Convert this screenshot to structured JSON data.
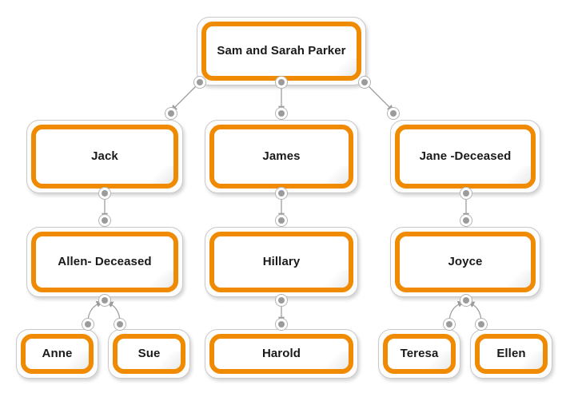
{
  "diagram": {
    "kind": "family-tree",
    "title_node": "Sam and Sarah Parker",
    "colors": {
      "node_border": "#f08a00",
      "node_fill": "#ffffff",
      "frame_border": "#c9c9c9",
      "connector": "#9b9b9b",
      "port_fill": "#9b9b9b",
      "text": "#1a1a1a",
      "background": "#ffffff"
    },
    "generations": [
      {
        "index": 1,
        "nodes": [
          {
            "id": "root",
            "label": "Sam and Sarah Parker"
          }
        ]
      },
      {
        "index": 2,
        "nodes": [
          {
            "id": "jack",
            "label": "Jack"
          },
          {
            "id": "james",
            "label": "James"
          },
          {
            "id": "jane",
            "label": "Jane -Deceased"
          }
        ]
      },
      {
        "index": 3,
        "nodes": [
          {
            "id": "allen",
            "label": "Allen- Deceased"
          },
          {
            "id": "hillary",
            "label": "Hillary"
          },
          {
            "id": "joyce",
            "label": "Joyce"
          }
        ]
      },
      {
        "index": 4,
        "nodes": [
          {
            "id": "anne",
            "label": "Anne"
          },
          {
            "id": "sue",
            "label": "Sue"
          },
          {
            "id": "harold",
            "label": "Harold"
          },
          {
            "id": "teresa",
            "label": "Teresa"
          },
          {
            "id": "ellen",
            "label": "Ellen"
          }
        ]
      }
    ],
    "edges": [
      {
        "from": "root",
        "to": "jack",
        "style": "diagonal",
        "arrow": "to-child"
      },
      {
        "from": "root",
        "to": "james",
        "style": "vertical",
        "arrow": "to-child"
      },
      {
        "from": "root",
        "to": "jane",
        "style": "diagonal",
        "arrow": "to-child"
      },
      {
        "from": "jack",
        "to": "allen",
        "style": "vertical",
        "arrow": "to-child"
      },
      {
        "from": "james",
        "to": "hillary",
        "style": "vertical",
        "arrow": "to-child"
      },
      {
        "from": "jane",
        "to": "joyce",
        "style": "vertical",
        "arrow": "to-child"
      },
      {
        "from": "allen",
        "to": "anne",
        "style": "curved-fan",
        "arrow": "to-parent"
      },
      {
        "from": "allen",
        "to": "sue",
        "style": "curved-fan",
        "arrow": "to-parent"
      },
      {
        "from": "hillary",
        "to": "harold",
        "style": "vertical",
        "arrow": "to-child"
      },
      {
        "from": "joyce",
        "to": "teresa",
        "style": "curved-fan",
        "arrow": "to-parent"
      },
      {
        "from": "joyce",
        "to": "ellen",
        "style": "curved-fan",
        "arrow": "to-parent"
      }
    ]
  }
}
